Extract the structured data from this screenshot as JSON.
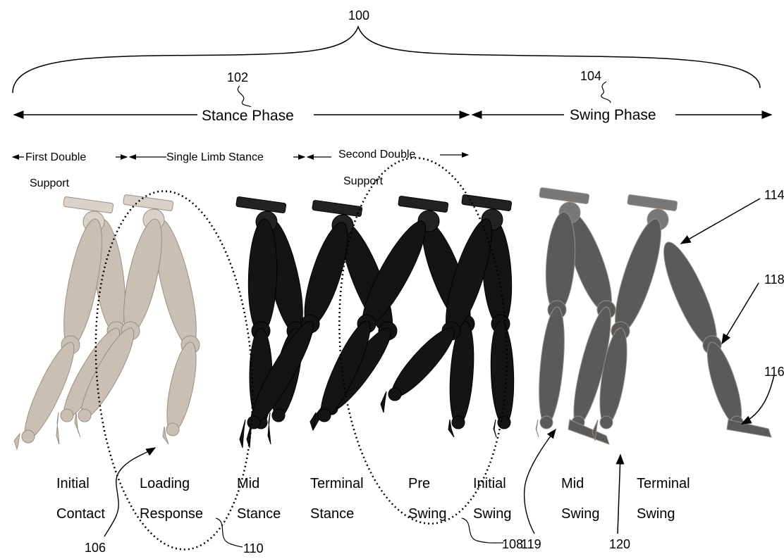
{
  "figure": {
    "ref_overall": "100",
    "ref_stance": "102",
    "ref_swing": "104",
    "stance_phase_label": "Stance Phase",
    "swing_phase_label": "Swing Phase",
    "first_double_line1": "First Double",
    "first_double_line2": "Support",
    "single_limb_label": "Single Limb Stance",
    "second_double_line1": "Second Double",
    "second_double_line2": "Support",
    "ref_hip": "114",
    "ref_knee": "118",
    "ref_ankle": "116",
    "ref_loading_circle": "106",
    "ref_loading_label": "110",
    "ref_preswing": "108",
    "ref_foot": "119",
    "ref_toe": "120"
  },
  "stages": [
    {
      "line1": "Initial",
      "line2": "Contact"
    },
    {
      "line1": "Loading",
      "line2": "Response"
    },
    {
      "line1": "Mid",
      "line2": "Stance"
    },
    {
      "line1": "Terminal",
      "line2": "Stance"
    },
    {
      "line1": "Pre",
      "line2": "Swing"
    },
    {
      "line1": "Initial",
      "line2": "Swing"
    },
    {
      "line1": "Mid",
      "line2": "Swing"
    },
    {
      "line1": "Terminal",
      "line2": "Swing"
    }
  ],
  "colors": {
    "light_leg": "#c9bfb2",
    "light_leg_shade": "#9a8f85",
    "dark_leg": "#141414",
    "mid_leg": "#5a5a5a"
  }
}
